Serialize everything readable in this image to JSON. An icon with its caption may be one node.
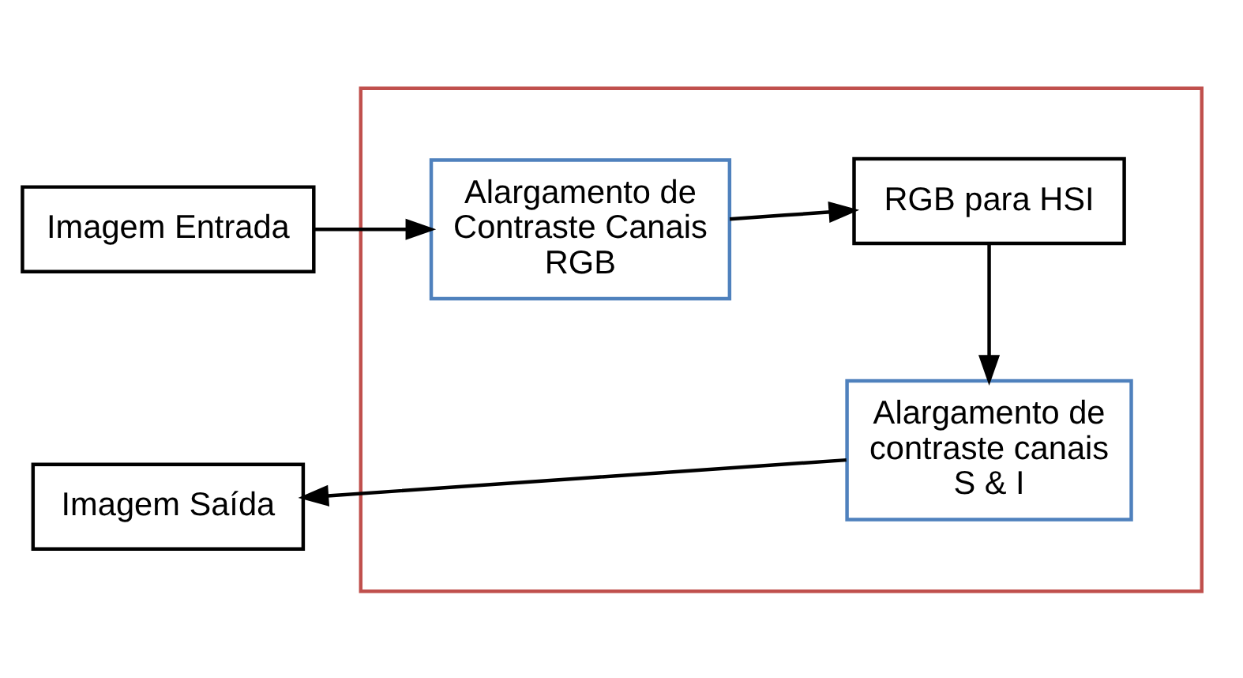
{
  "diagram": {
    "nodes": [
      {
        "text": [
          "Imagem Entrada"
        ]
      },
      {
        "text": [],
        "shape": "box"
      },
      {
        "text": [
          "Alargamento de Contraste Canais RGB"
        ],
        "in": 1
      },
      {
        "text": [
          "RGB para HSI"
        ],
        "in": 1
      },
      {
        "text": [
          "Alargamento de contraste canais S & I"
        ],
        "in": 1
      },
      {
        "text": [
          "Imagem Saída"
        ]
      }
    ],
    "edges": [
      {
        "from": 0,
        "to": 2,
        "arrow": "to"
      },
      {
        "from": 2,
        "to": 3,
        "arrow": "to"
      },
      {
        "from": 3,
        "to": 4,
        "arrow": "to"
      },
      {
        "from": 4,
        "to": 5,
        "arrow": "to"
      }
    ]
  }
}
